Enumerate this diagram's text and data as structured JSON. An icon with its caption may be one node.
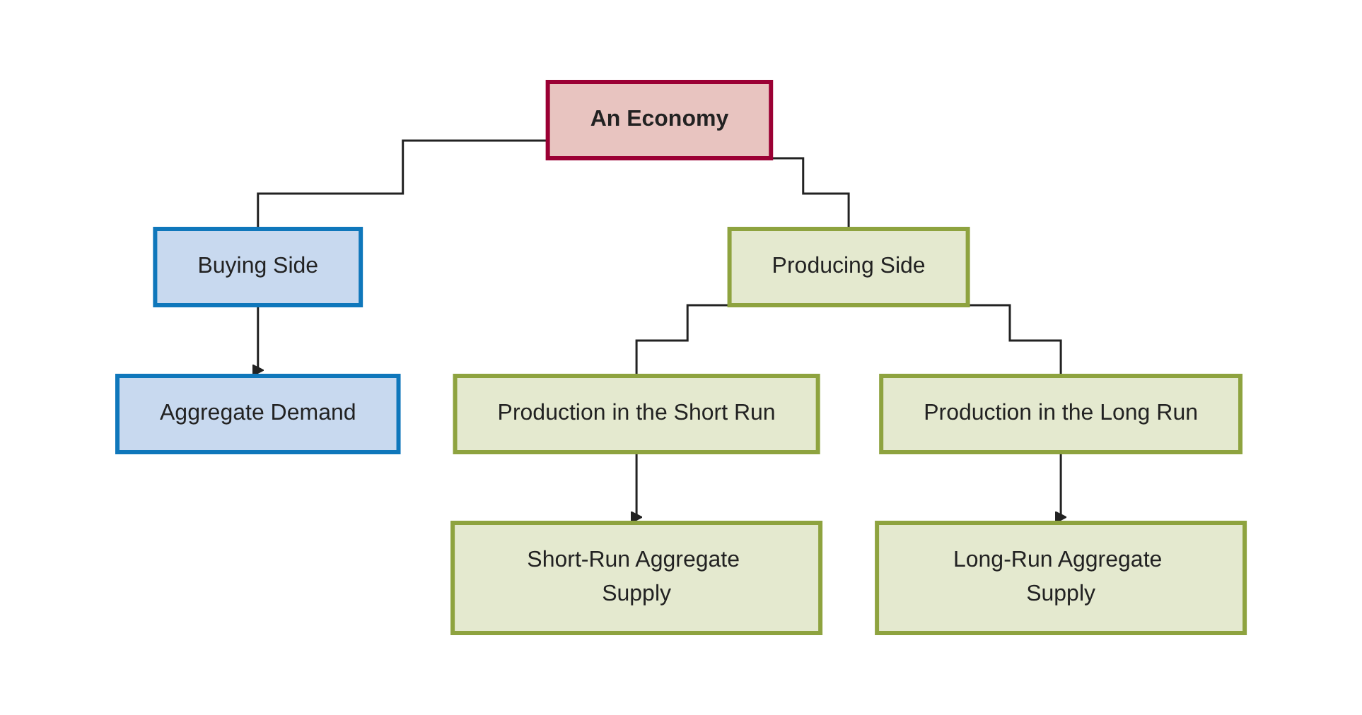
{
  "diagram": {
    "nodes": [
      {
        "text": [
          "An Economy"
        ]
      },
      {
        "text": [
          "Buying Side"
        ]
      },
      {
        "text": [
          "Producing Side"
        ]
      },
      {
        "text": [
          "Aggregate Demand"
        ]
      },
      {
        "text": [
          "Production in the Short Run"
        ]
      },
      {
        "text": [
          "Production in the Long Run"
        ]
      },
      {
        "text": [
          "Short-Run Aggregate Supply"
        ]
      },
      {
        "text": [
          "Long-Run Aggregate Supply"
        ]
      }
    ],
    "edges": [
      {
        "from": 0,
        "to": 1,
        "arrow": "none"
      },
      {
        "from": 0,
        "to": 2,
        "arrow": "none"
      },
      {
        "from": 1,
        "to": 3,
        "arrow": "to"
      },
      {
        "from": 2,
        "to": 4,
        "arrow": "none"
      },
      {
        "from": 2,
        "to": 5,
        "arrow": "none"
      },
      {
        "from": 4,
        "to": 6,
        "arrow": "to"
      },
      {
        "from": 5,
        "to": 7,
        "arrow": "to"
      }
    ]
  }
}
